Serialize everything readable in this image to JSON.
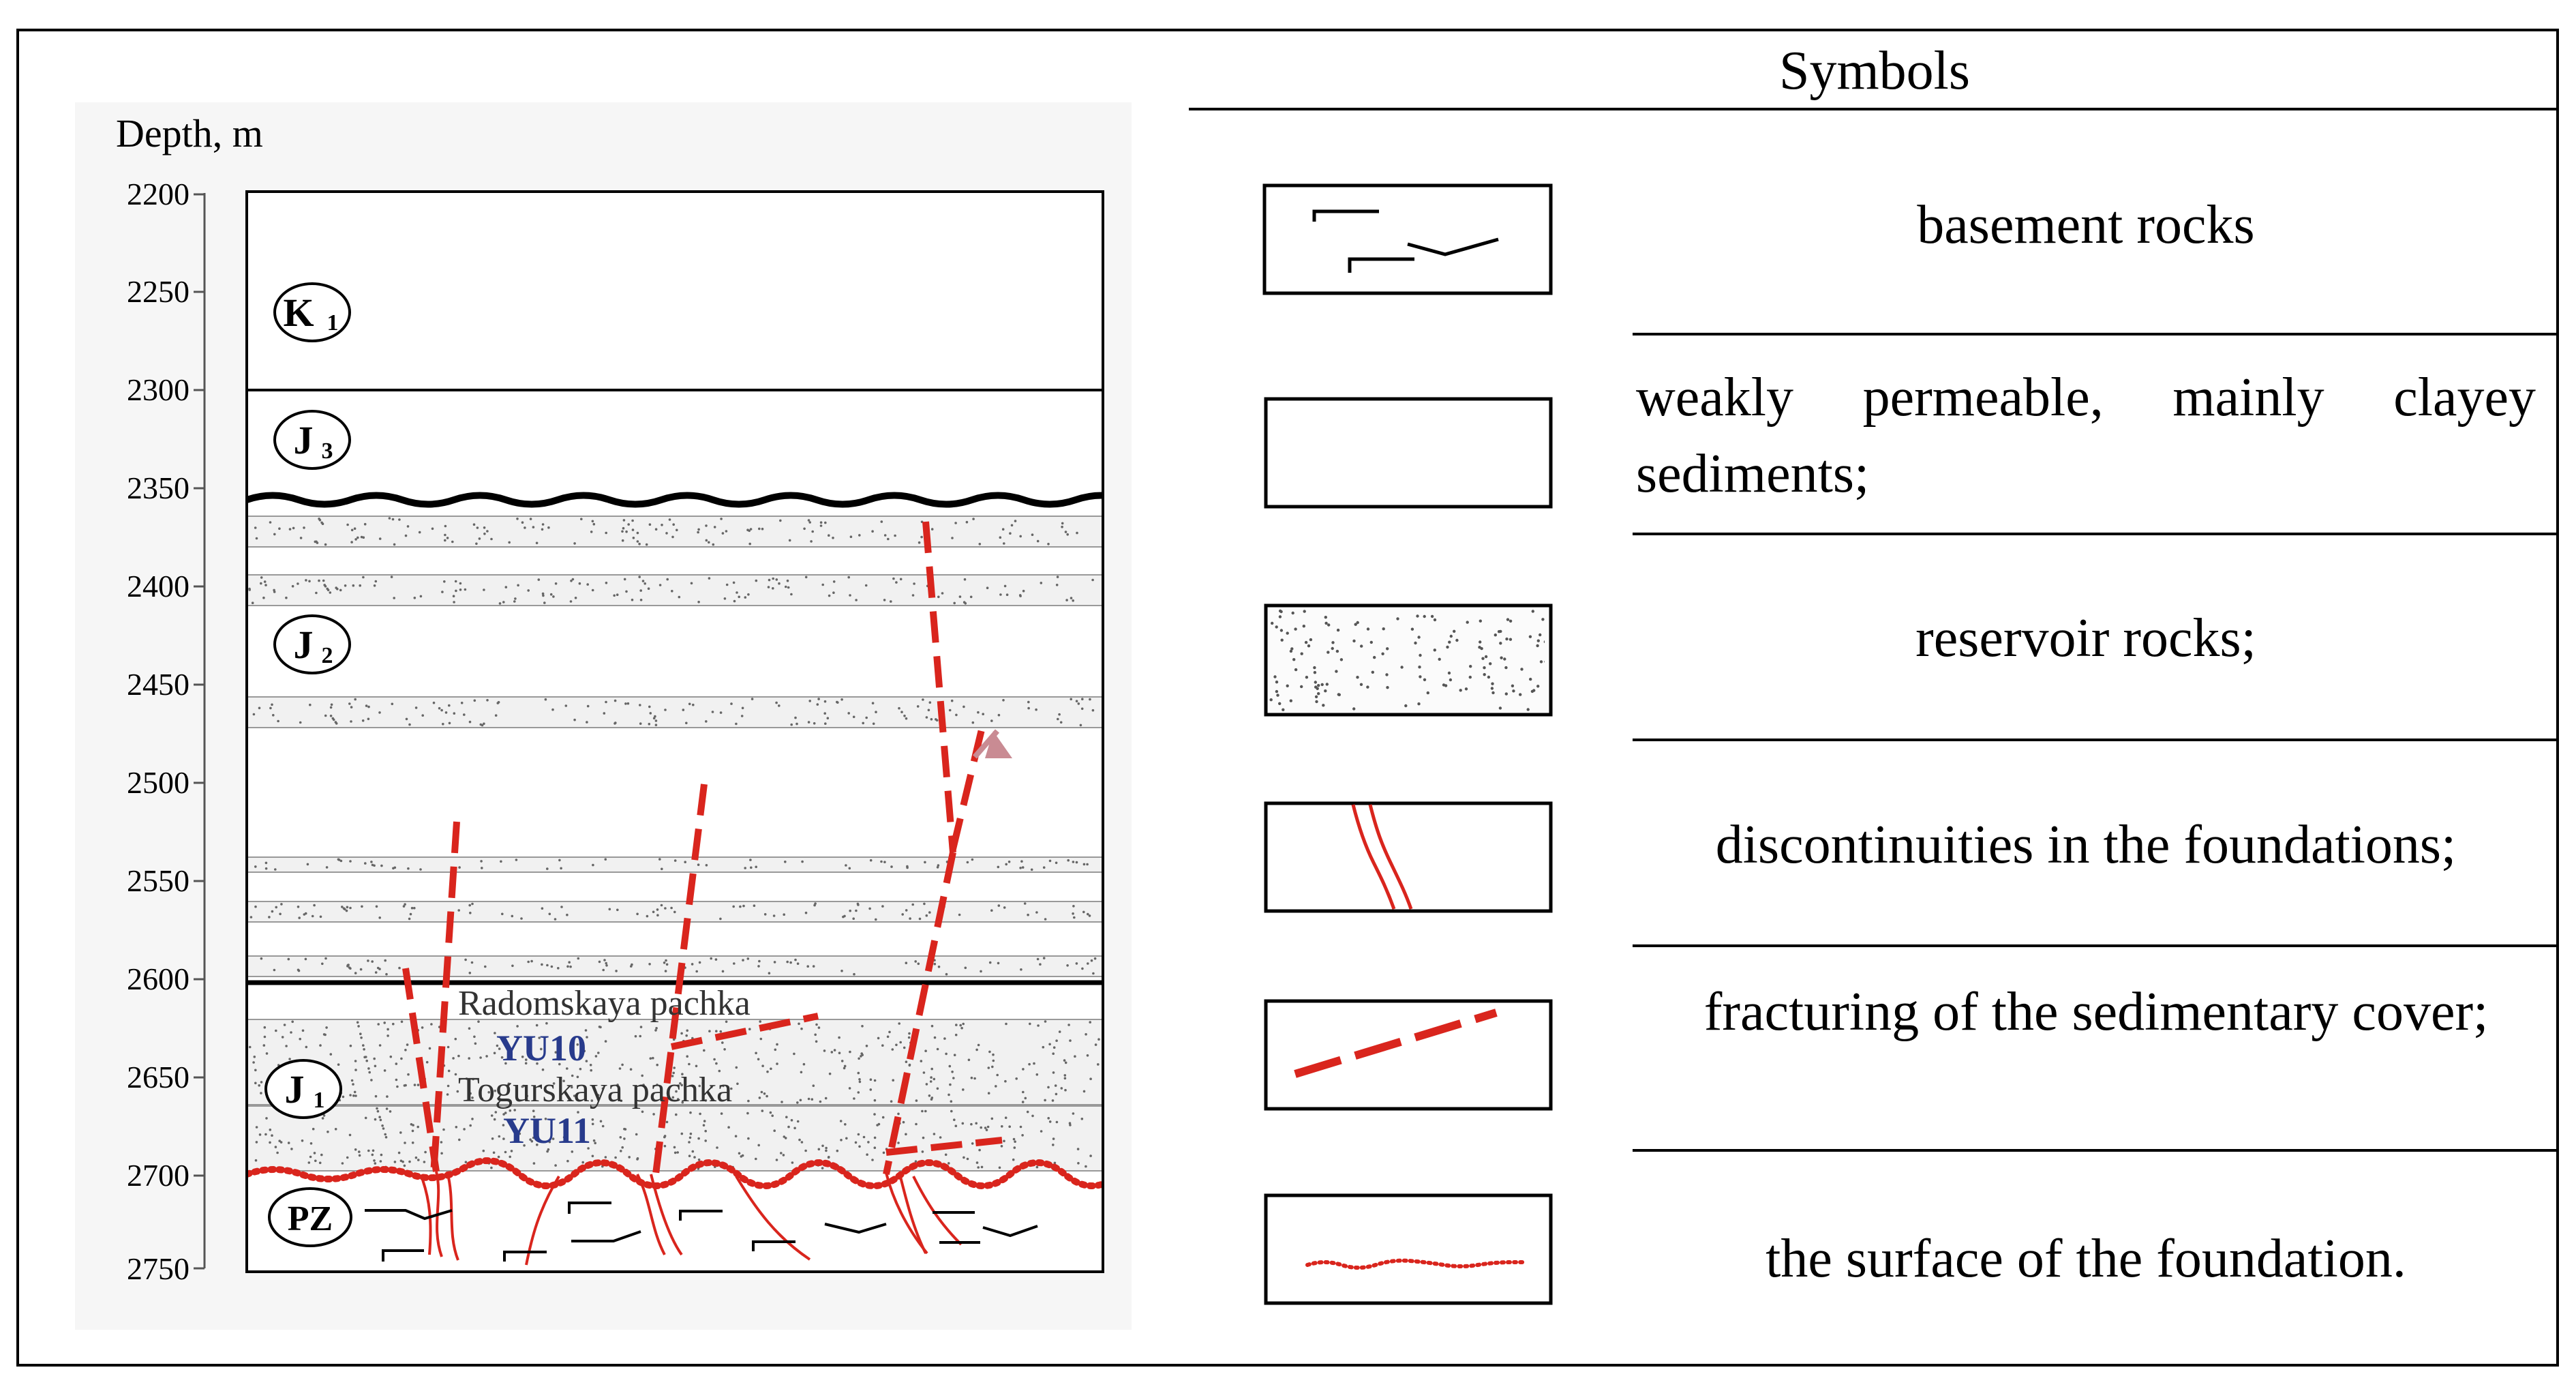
{
  "depth_axis": {
    "label": "Depth, m",
    "ticks": [
      "2200",
      "2250",
      "2300",
      "2350",
      "2400",
      "2450",
      "2500",
      "2550",
      "2600",
      "2650",
      "2700",
      "2750"
    ]
  },
  "units": {
    "k1": "K",
    "j3": "J",
    "j2": "J",
    "j1": "J",
    "pz": "PZ"
  },
  "unit_subscripts": {
    "k1": "1",
    "j3": "3",
    "j2": "2",
    "j1": "1"
  },
  "beds": {
    "radomskaya": "Radomskaya  pachka",
    "yu10": "YU10",
    "togurskaya": "Togurskaya   pachka",
    "yu11": "YU11"
  },
  "legend": {
    "title": "Symbols",
    "items": [
      {
        "id": "basement",
        "label": "basement rocks"
      },
      {
        "id": "clayey",
        "label": "weakly permeable, mainly clayey sediments;"
      },
      {
        "id": "reservoir",
        "label": "reservoir rocks;"
      },
      {
        "id": "discontinuities",
        "label": "discontinuities in the foundations;"
      },
      {
        "id": "fracturing",
        "label": "fracturing of the sedimentary cover;"
      },
      {
        "id": "surface",
        "label": "the surface of the foundation."
      }
    ]
  },
  "colors": {
    "fault_red": "#d9251d",
    "label_blue": "#283b8c",
    "arrow_pink": "#c98b93"
  }
}
